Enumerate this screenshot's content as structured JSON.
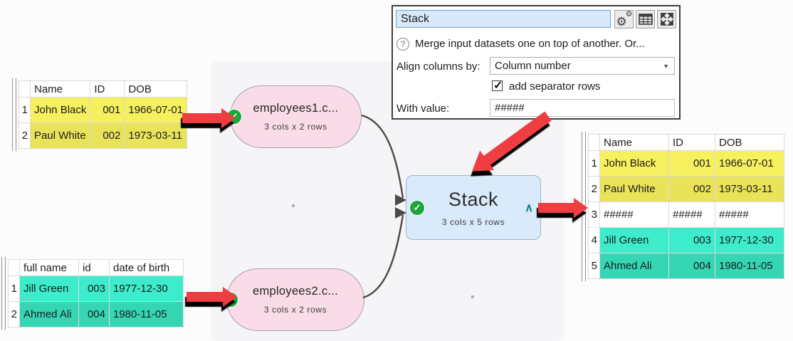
{
  "colors": {
    "accent_red": "#ef3e43",
    "node_pink": "#f9dce8",
    "node_blue": "#d9eafb",
    "check_green": "#1ea53c",
    "caret_teal": "#0a7f8c",
    "connector_gray": "#4a4a4a",
    "row_yellow_light": "#f7f05e",
    "row_yellow_dark": "#e9e35a",
    "row_teal_light": "#3cecca",
    "row_teal_dark": "#35d6b3"
  },
  "icons": {
    "gear": "⚙",
    "help": "?",
    "dropdown_arrow": "▼",
    "check": "✓",
    "caret": "∧"
  },
  "panel": {
    "title_value": "Stack",
    "help_text": "Merge input datasets one on top of another. Or...",
    "align_label": "Align columns by:",
    "align_value": "Column number",
    "separator_checkbox_label": "add separator rows",
    "separator_checkbox_checked": true,
    "with_value_label": "With value:",
    "with_value": "#####"
  },
  "nodes": {
    "input1": {
      "title": "employees1.c...",
      "subtitle": "3 cols x 2 rows"
    },
    "input2": {
      "title": "employees2.c...",
      "subtitle": "3 cols x 2 rows"
    },
    "stack": {
      "title": "Stack",
      "subtitle": "3 cols x 5 rows"
    }
  },
  "tables": {
    "input_top": {
      "headers": [
        "Name",
        "ID",
        "DOB"
      ],
      "aligns": [
        "left",
        "right",
        "left"
      ],
      "rows": [
        {
          "num": "1",
          "bg": "#f7f05e",
          "cells": [
            "John Black",
            "001",
            "1966-07-01"
          ]
        },
        {
          "num": "2",
          "bg": "#e9e35a",
          "cells": [
            "Paul White",
            "002",
            "1973-03-11"
          ]
        }
      ]
    },
    "input_bottom": {
      "headers": [
        "full name",
        "id",
        "date of birth"
      ],
      "aligns": [
        "left",
        "right",
        "left"
      ],
      "rows": [
        {
          "num": "1",
          "bg": "#3cecca",
          "cells": [
            "Jill Green",
            "003",
            "1977-12-30"
          ]
        },
        {
          "num": "2",
          "bg": "#35d6b3",
          "cells": [
            "Ahmed Ali",
            "004",
            "1980-11-05"
          ]
        }
      ]
    },
    "output": {
      "headers": [
        "Name",
        "ID",
        "DOB"
      ],
      "aligns": [
        "left",
        "right",
        "left"
      ],
      "rows": [
        {
          "num": "1",
          "bg": "#f7f05e",
          "cells": [
            "John Black",
            "001",
            "1966-07-01"
          ]
        },
        {
          "num": "2",
          "bg": "#e9e35a",
          "cells": [
            "Paul White",
            "002",
            "1973-03-11"
          ]
        },
        {
          "num": "3",
          "bg": "#ffffff",
          "cells": [
            "#####",
            "#####",
            "#####"
          ],
          "aligns": [
            "left",
            "left",
            "left"
          ]
        },
        {
          "num": "4",
          "bg": "#3cecca",
          "cells": [
            "Jill Green",
            "003",
            "1977-12-30"
          ]
        },
        {
          "num": "5",
          "bg": "#35d6b3",
          "cells": [
            "Ahmed Ali",
            "004",
            "1980-11-05"
          ]
        }
      ]
    }
  }
}
